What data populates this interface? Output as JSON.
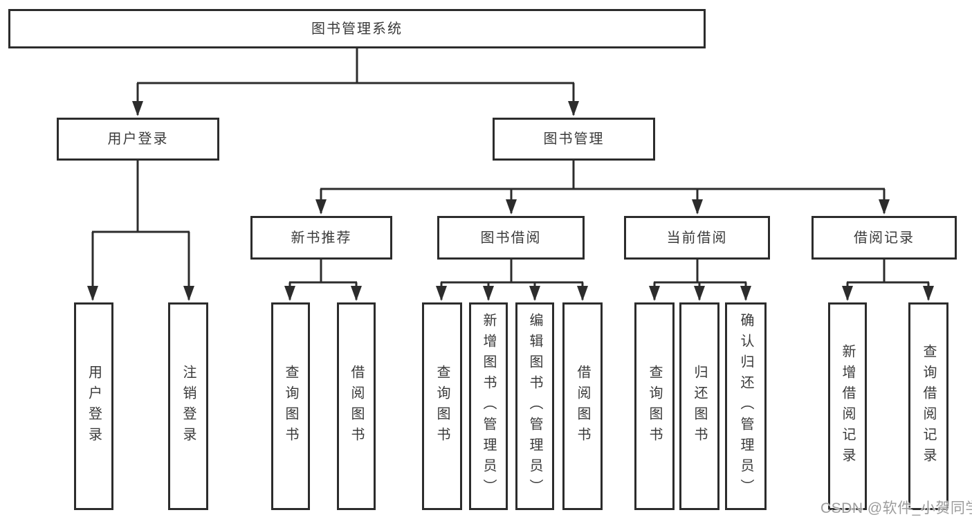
{
  "diagram": {
    "root": {
      "label": "图书管理系统"
    },
    "level1": {
      "login": {
        "label": "用户登录"
      },
      "management": {
        "label": "图书管理"
      }
    },
    "level2": {
      "new_books": {
        "label": "新书推荐"
      },
      "book_borrow": {
        "label": "图书借阅"
      },
      "current_borrow": {
        "label": "当前借阅"
      },
      "borrow_records": {
        "label": "借阅记录"
      }
    },
    "leaves": {
      "login_user": {
        "label": "用户登录"
      },
      "login_logout": {
        "label": "注销登录"
      },
      "new_query": {
        "label": "查询图书"
      },
      "new_borrow": {
        "label": "借阅图书"
      },
      "bb_query": {
        "label": "查询图书"
      },
      "bb_add": {
        "label": "新增图书（管理员）"
      },
      "bb_edit": {
        "label": "编辑图书（管理员）"
      },
      "bb_borrow": {
        "label": "借阅图书"
      },
      "cb_query": {
        "label": "查询图书"
      },
      "cb_return": {
        "label": "归还图书"
      },
      "cb_confirm": {
        "label": "确认归还（管理员）"
      },
      "rec_add": {
        "label": "新增借阅记录"
      },
      "rec_query": {
        "label": "查询借阅记录"
      }
    }
  },
  "watermark": {
    "text": "CSDN @软件_小贺同学"
  },
  "colors": {
    "line": "#2c2c2c",
    "text": "#3a3a3a",
    "watermark": "#9c9c9c"
  }
}
